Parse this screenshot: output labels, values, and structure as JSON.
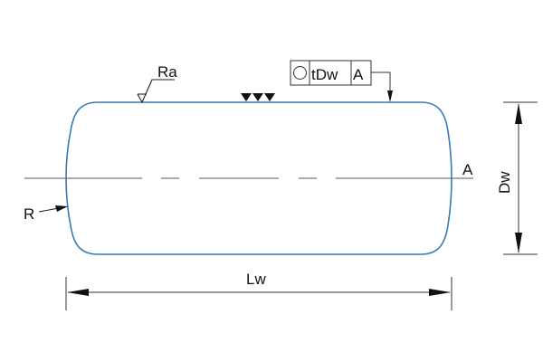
{
  "diagram": {
    "title": "Cylindrical roller profile drawing",
    "colors": {
      "outline": "#3a78b0",
      "dimension": "#333333",
      "centerline": "#777777",
      "text": "#111111"
    },
    "labels": {
      "roughness": "Ra",
      "radius": "R",
      "datum": "A",
      "length": "Lw",
      "diameter": "Dw"
    },
    "feature_control_frame": {
      "symbol": "circularity-icon",
      "tolerance": "tDw",
      "datum_ref": "A"
    },
    "finish_symbol": {
      "name": "machined-finish-triangles",
      "count": 3
    }
  }
}
